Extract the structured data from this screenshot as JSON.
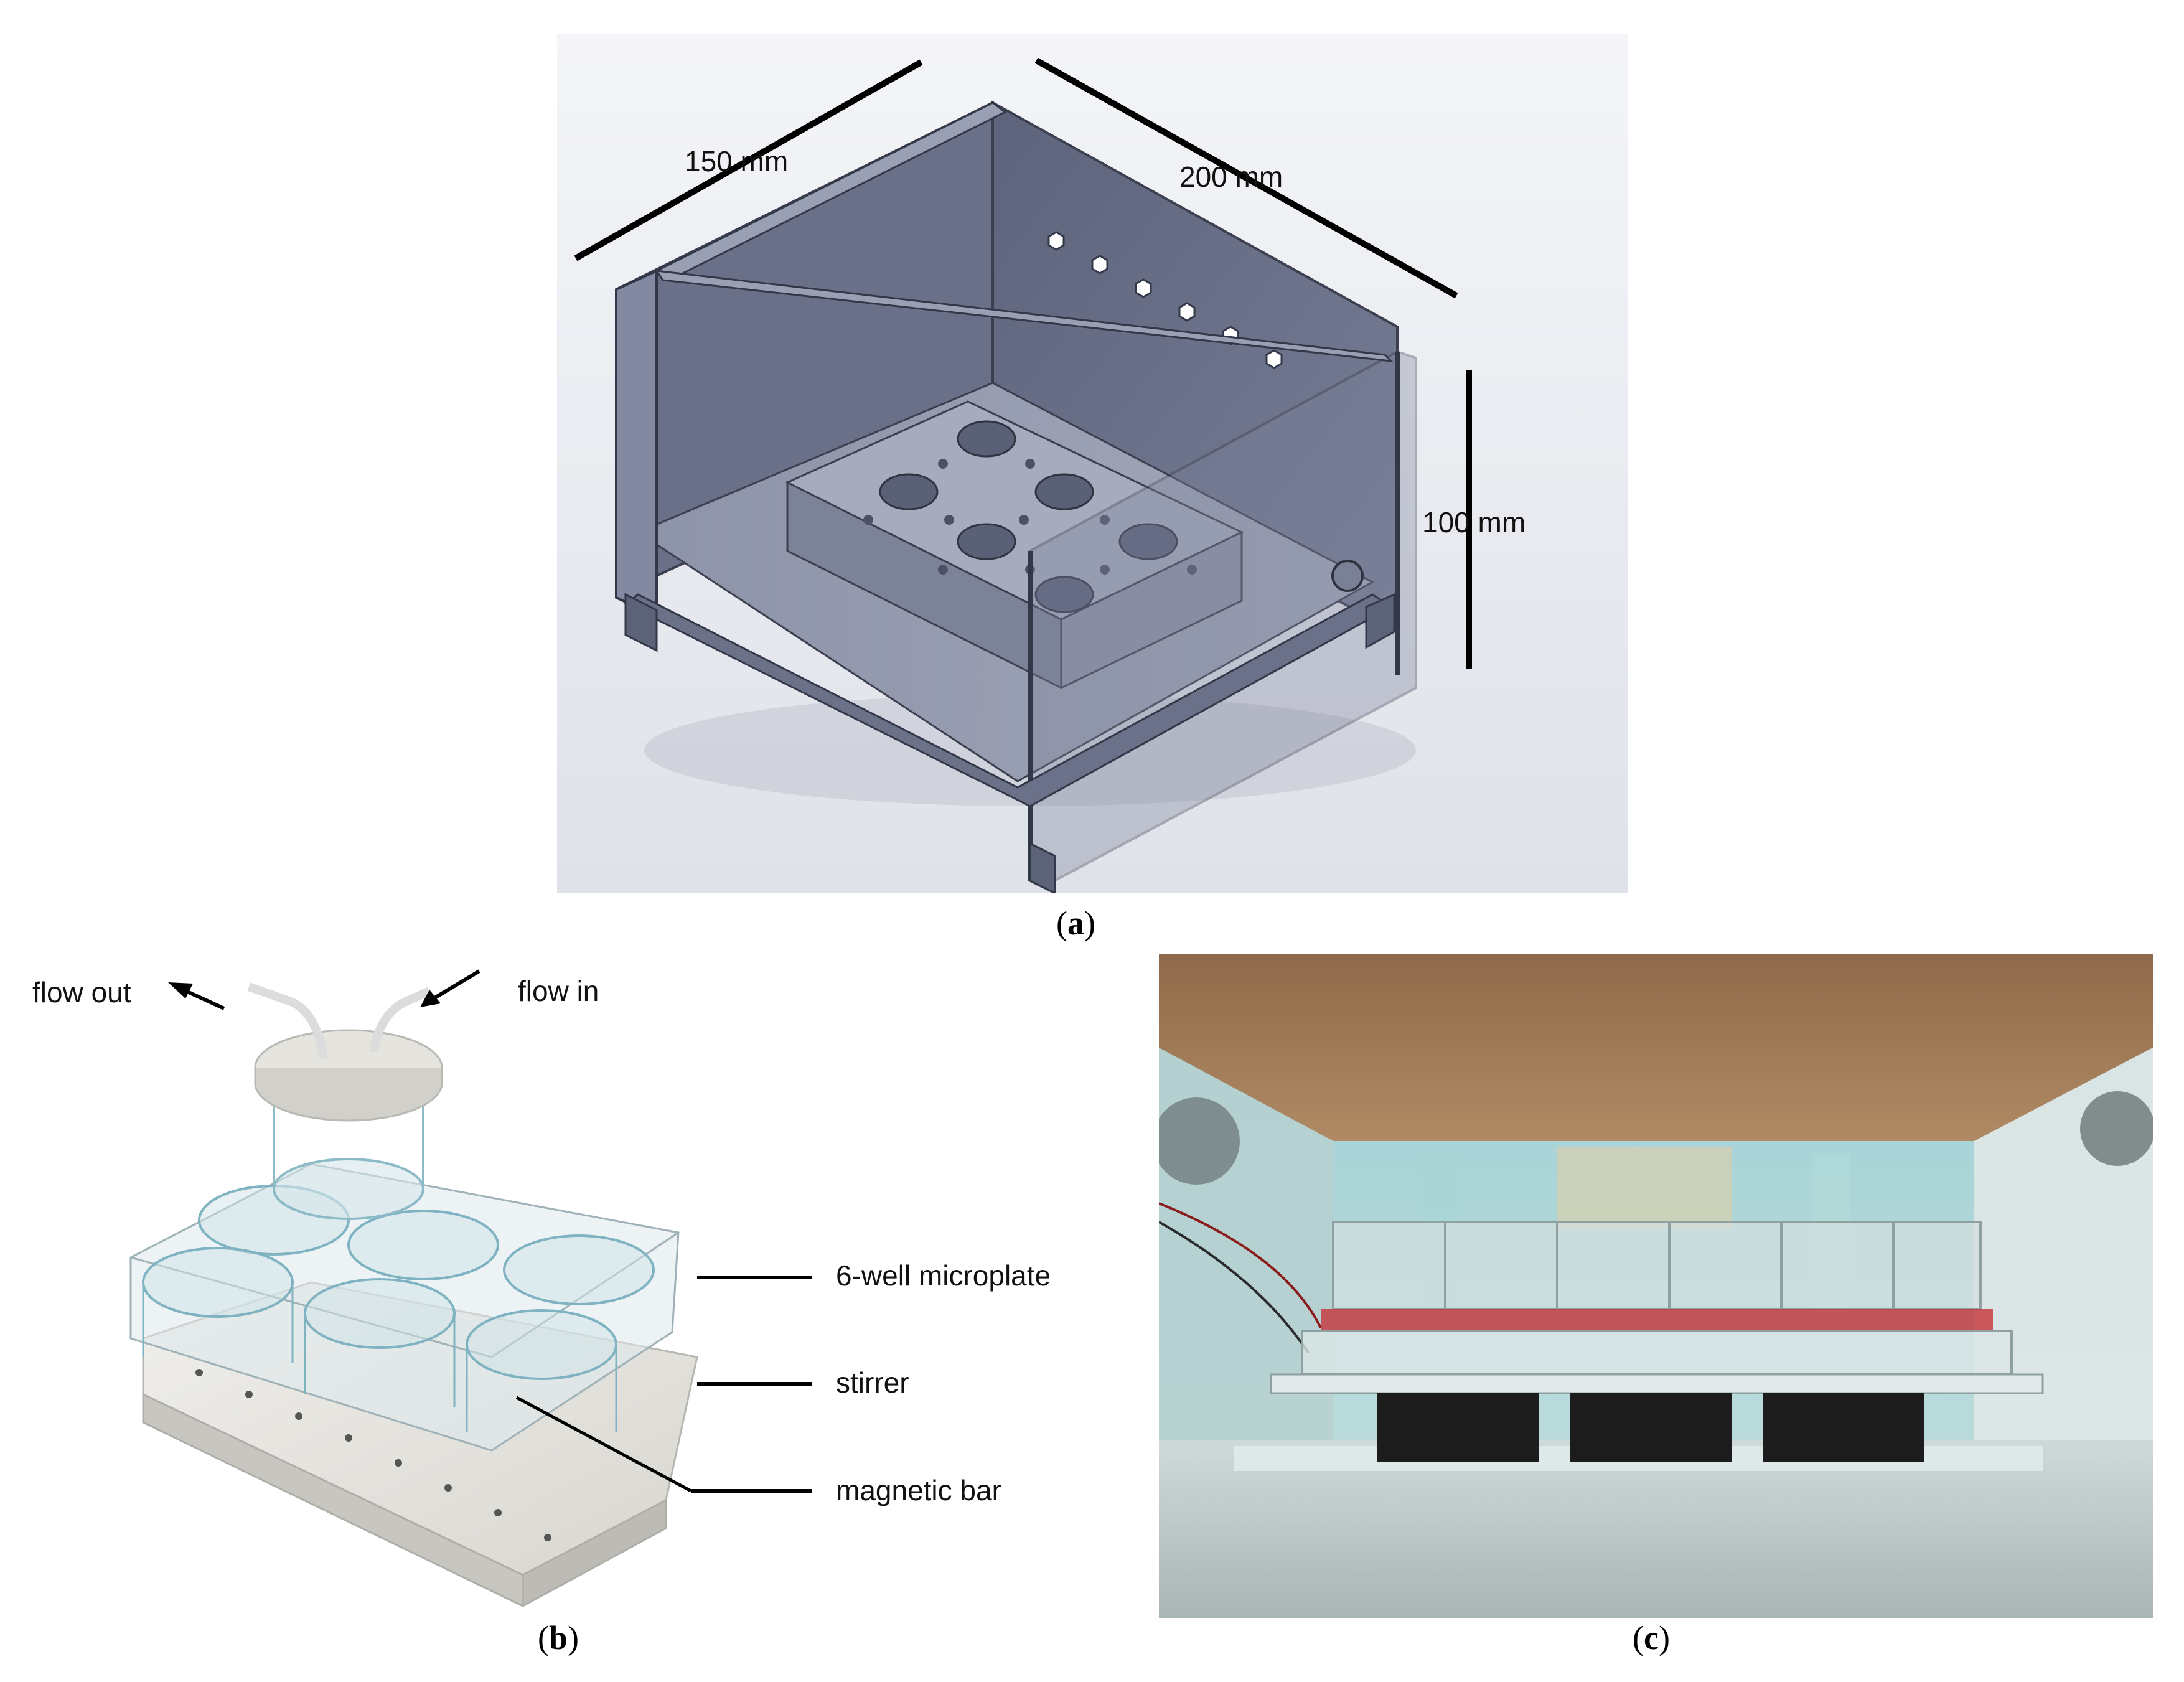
{
  "panel_a": {
    "dim_depth": "150 mm",
    "dim_width": "200 mm",
    "dim_height": "100 mm",
    "caption_open": "(",
    "caption_letter": "a",
    "caption_close": ")"
  },
  "panel_b": {
    "flow_out": "flow out",
    "flow_in": "flow in",
    "microplate": "6-well microplate",
    "stirrer": "stirrer",
    "magnetic_bar": "magnetic bar",
    "caption_open": "(",
    "caption_letter": "b",
    "caption_close": ")"
  },
  "panel_c": {
    "caption_open": "(",
    "caption_letter": "c",
    "caption_close": ")"
  },
  "colors": {
    "box_gray": "#646a80",
    "render_bg": "#e9ebf0",
    "medium_red": "#c4333a",
    "wood": "#a07a55"
  }
}
